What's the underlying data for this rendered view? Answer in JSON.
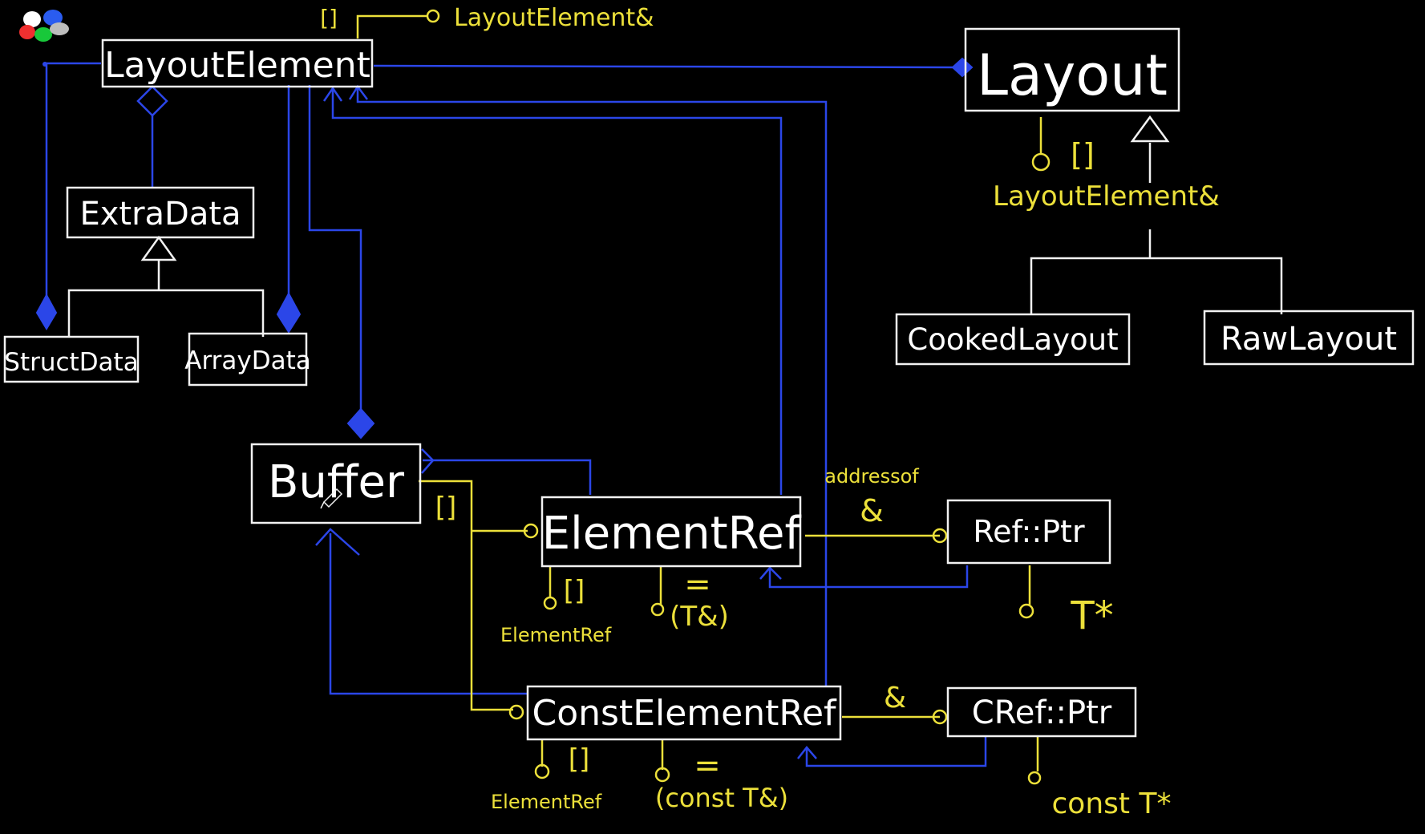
{
  "colors": {
    "background": "#000000",
    "box_line": "#f2f2f2",
    "composition": "#2b46e8",
    "interface": "#ece03a",
    "inheritance": "#f2f2f2"
  },
  "classes": {
    "layout_element": "LayoutElement",
    "layout": "Layout",
    "extra_data": "ExtraData",
    "struct_data": "StructData",
    "array_data": "ArrayData",
    "cooked_layout": "CookedLayout",
    "raw_layout": "RawLayout",
    "buffer": "Buffer",
    "element_ref": "ElementRef",
    "ref_ptr": "Ref::Ptr",
    "const_element_ref": "ConstElementRef",
    "cref_ptr": "CRef::Ptr"
  },
  "labels": {
    "layout_element_subscript": "[]",
    "layout_element_ret": "LayoutElement&",
    "layout_subscript": "[]",
    "layout_ret": "LayoutElement&",
    "buffer_subscript": "[]",
    "element_ref_subscript": "[]",
    "element_ref_subscript_ret": "ElementRef",
    "element_ref_assign": "=",
    "element_ref_assign_arg": "(T&)",
    "addressof_label": "addressof",
    "addressof_op": "&",
    "ref_ptr_ret": "T*",
    "const_ref_subscript": "[]",
    "const_ref_subscript_ret": "ElementRef",
    "const_ref_assign": "=",
    "const_ref_assign_arg": "(const T&)",
    "const_addressof_op": "&",
    "cref_ptr_ret": "const T*"
  },
  "icons": {
    "app_logo": "color-palette-icon",
    "cursor": "pen-cursor-icon"
  }
}
